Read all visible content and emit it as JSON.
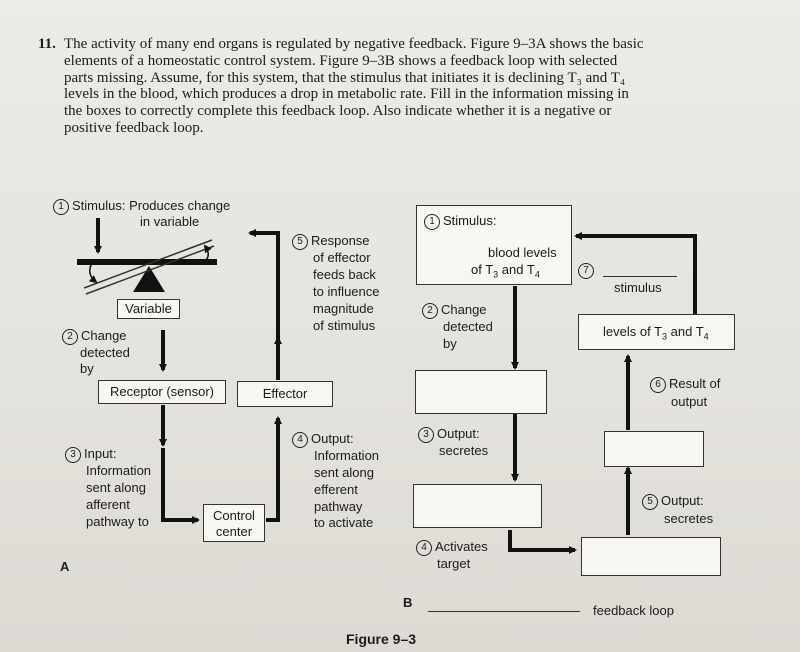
{
  "question": {
    "number": "11.",
    "text": "The activity of many end organs is regulated by negative feedback. Figure 9–3A shows the basic elements of a homeostatic control system. Figure 9–3B shows a feedback loop with selected parts missing. Assume, for this system, that the stimulus that initiates it is declining T₃ and T₄ levels in the blood, which produces a drop in metabolic rate. Fill in the information missing in the boxes to correctly complete this feedback loop. Also indicate whether it is a negative or positive feedback loop."
  },
  "figA": {
    "letter": "A",
    "n1": "1",
    "stimulus_l1": "Stimulus: Produces change",
    "stimulus_l2": "in variable",
    "variable": "Variable",
    "n2": "2",
    "change_l1": "Change",
    "change_l2": "detected",
    "change_l3": "by",
    "receptor": "Receptor (sensor)",
    "n3": "3",
    "input_l1": "Input:",
    "input_l2": "Information",
    "input_l3": "sent along",
    "input_l4": "afferent",
    "input_l5": "pathway to",
    "control_l1": "Control",
    "control_l2": "center",
    "n4": "4",
    "output_l1": "Output:",
    "output_l2": "Information",
    "output_l3": "sent along",
    "output_l4": "efferent",
    "output_l5": "pathway",
    "output_l6": "to activate",
    "effector": "Effector",
    "n5": "5",
    "resp_l1": "Response",
    "resp_l2": "of effector",
    "resp_l3": "feeds back",
    "resp_l4": "to influence",
    "resp_l5": "magnitude",
    "resp_l6": "of stimulus"
  },
  "figB": {
    "letter": "B",
    "n1": "1",
    "stimulus": "Stimulus:",
    "blood_levels": "blood levels",
    "t_of": "of T",
    "t_3": "3",
    "t_and": " and T",
    "t_4": "4",
    "n7": "7",
    "stimulus_blank": "stimulus",
    "n2": "2",
    "change_l1": "Change",
    "change_l2": "detected",
    "change_l3": "by",
    "levels_prefix": " levels of T",
    "lv_3": "3",
    "lv_and": " and T",
    "lv_4": "4",
    "n6": "6",
    "result_l1": "Result of",
    "result_l2": "output",
    "n3": "3",
    "out3_l1": "Output:",
    "out3_l2": "secretes",
    "n5": "5",
    "out5_l1": "Output:",
    "out5_l2": "secretes",
    "n4": "4",
    "act_l1": "Activates",
    "act_l2": "target",
    "feedback_loop": "feedback loop"
  },
  "caption": "Figure 9–3"
}
